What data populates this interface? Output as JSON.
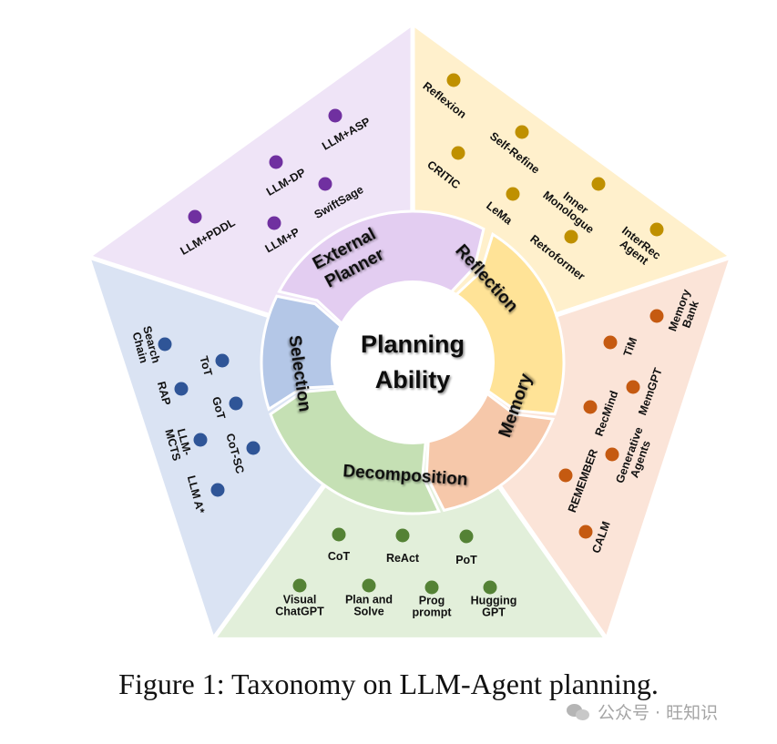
{
  "center": {
    "lines": [
      "Planning",
      "Ability"
    ]
  },
  "categories": [
    {
      "id": "external-planner",
      "label_lines": [
        "External",
        "Planner"
      ],
      "outer_color": "#efe4f7",
      "ring_color": "#e3cdf1",
      "dot_color": "#7030a0",
      "items": [
        {
          "lines": [
            "LLM+PDDL"
          ]
        },
        {
          "lines": [
            "LLM-DP"
          ]
        },
        {
          "lines": [
            "LLM+ASP"
          ]
        },
        {
          "lines": [
            "LLM+P"
          ]
        },
        {
          "lines": [
            "SwiftSage"
          ]
        }
      ]
    },
    {
      "id": "reflection",
      "label_lines": [
        "Reflection"
      ],
      "outer_color": "#fff0cc",
      "ring_color": "#ffe397",
      "dot_color": "#bf9000",
      "items": [
        {
          "lines": [
            "Reflexion"
          ]
        },
        {
          "lines": [
            "Self-Refine"
          ]
        },
        {
          "lines": [
            "CRITIC"
          ]
        },
        {
          "lines": [
            "LeMa"
          ]
        },
        {
          "lines": [
            "Inner",
            "Monologue"
          ]
        },
        {
          "lines": [
            "Retroformer"
          ]
        },
        {
          "lines": [
            "InterRec",
            "Agent"
          ]
        }
      ]
    },
    {
      "id": "memory",
      "label_lines": [
        "Memory"
      ],
      "outer_color": "#fbe4d8",
      "ring_color": "#f6c8aa",
      "dot_color": "#c55a11",
      "items": [
        {
          "lines": [
            "Memory",
            "Bank"
          ]
        },
        {
          "lines": [
            "TiM"
          ]
        },
        {
          "lines": [
            "MemGPT"
          ]
        },
        {
          "lines": [
            "RecMind"
          ]
        },
        {
          "lines": [
            "Generative",
            "Agents"
          ]
        },
        {
          "lines": [
            "REMEMBER"
          ]
        },
        {
          "lines": [
            "CALM"
          ]
        }
      ]
    },
    {
      "id": "decomposition",
      "label_lines": [
        "Decomposition"
      ],
      "outer_color": "#e2efda",
      "ring_color": "#c5e0b4",
      "dot_color": "#548235",
      "items": [
        {
          "lines": [
            "CoT"
          ]
        },
        {
          "lines": [
            "ReAct"
          ]
        },
        {
          "lines": [
            "PoT"
          ]
        },
        {
          "lines": [
            "Visual",
            "ChatGPT"
          ]
        },
        {
          "lines": [
            "Plan and",
            "Solve"
          ]
        },
        {
          "lines": [
            "Prog",
            "prompt"
          ]
        },
        {
          "lines": [
            "Hugging",
            "GPT"
          ]
        }
      ]
    },
    {
      "id": "selection",
      "label_lines": [
        "Selection"
      ],
      "outer_color": "#dae3f3",
      "ring_color": "#b4c7e7",
      "dot_color": "#2f5597",
      "items": [
        {
          "lines": [
            "Search",
            "Chain"
          ]
        },
        {
          "lines": [
            "ToT"
          ]
        },
        {
          "lines": [
            "RAP"
          ]
        },
        {
          "lines": [
            "GoT"
          ]
        },
        {
          "lines": [
            "LLM-",
            "MCTS"
          ]
        },
        {
          "lines": [
            "CoT-SC"
          ]
        },
        {
          "lines": [
            "LLM A*"
          ]
        }
      ]
    }
  ],
  "caption": "Figure 1: Taxonomy on LLM-Agent planning.",
  "watermark": {
    "icon": "wechat-icon",
    "text": "公众号 · 旺知识"
  }
}
